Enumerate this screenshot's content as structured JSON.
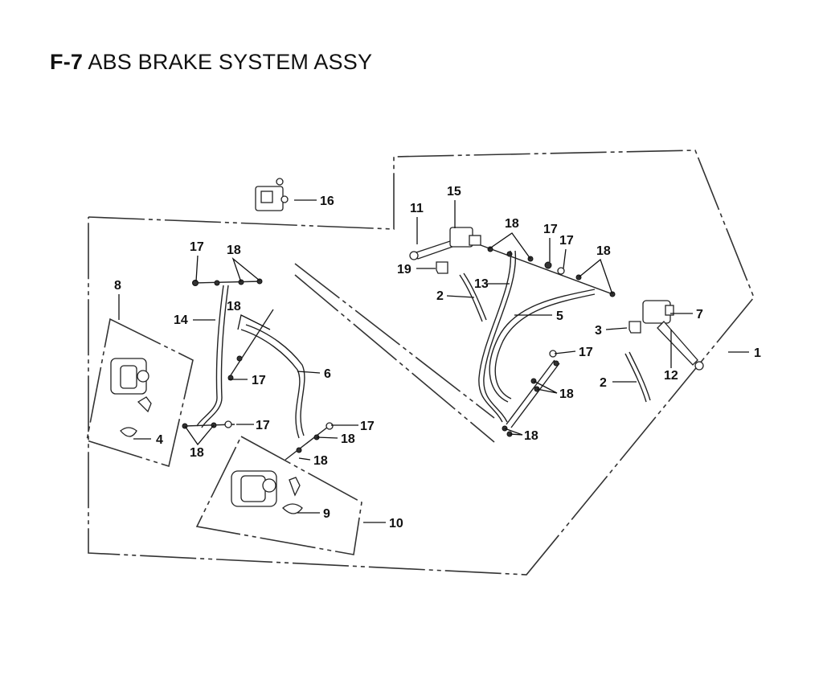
{
  "page": {
    "code": "F-7",
    "title": "ABS BRAKE SYSTEM ASSY"
  },
  "callouts": {
    "c1": "1",
    "c2a": "2",
    "c2b": "2",
    "c3": "3",
    "c4": "4",
    "c5": "5",
    "c6": "6",
    "c7": "7",
    "c8": "8",
    "c9": "9",
    "c10": "10",
    "c11": "11",
    "c12": "12",
    "c13": "13",
    "c14": "14",
    "c15": "15",
    "c16": "16",
    "c17a": "17",
    "c17b": "17",
    "c17c": "17",
    "c17d": "17",
    "c17e": "17",
    "c17f": "17",
    "c17g": "17",
    "c18a": "18",
    "c18b": "18",
    "c18c": "18",
    "c18d": "18",
    "c18e": "18",
    "c18f": "18",
    "c18g": "18",
    "c18h": "18",
    "c18i": "18",
    "c19": "19"
  }
}
